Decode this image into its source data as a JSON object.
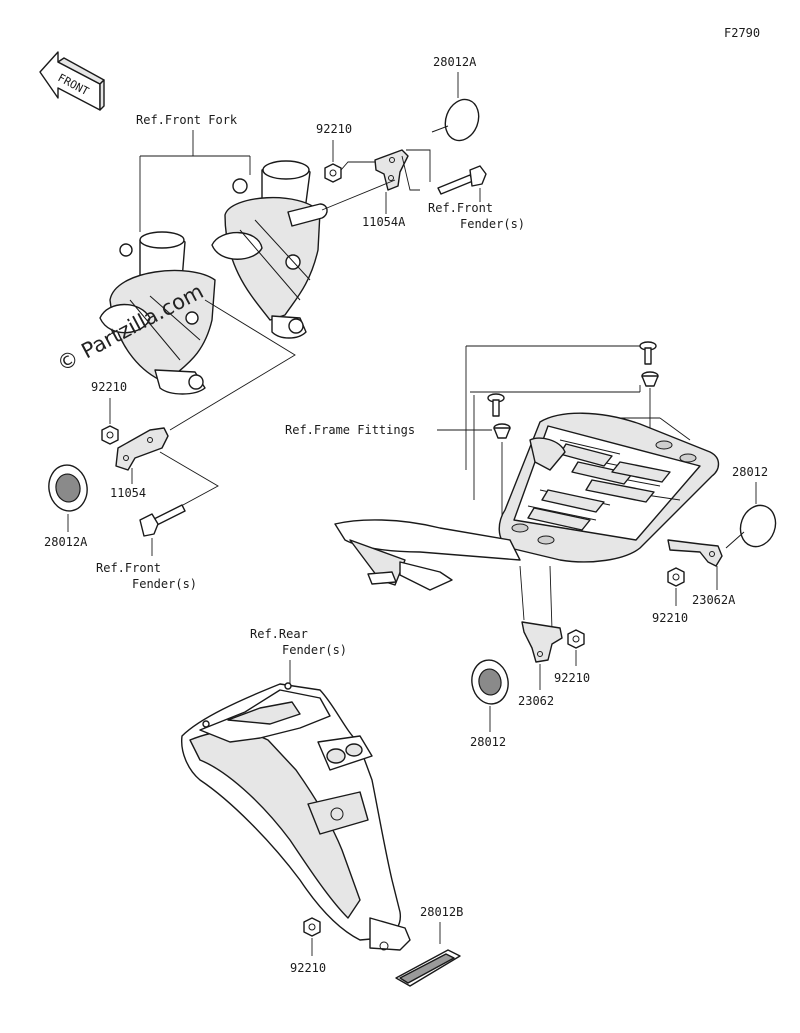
{
  "figure_code": "F2790",
  "front_label": "FRONT",
  "watermark": "© Partzilla.com",
  "refs": {
    "front_fork": "Ref.Front Fork",
    "front_fender_1_a": "Ref.Front",
    "front_fender_1_b": "Fender(s)",
    "front_fender_2_a": "Ref.Front",
    "front_fender_2_b": "Fender(s)",
    "frame_fittings": "Ref.Frame Fittings",
    "rear_fender_a": "Ref.Rear",
    "rear_fender_b": "Fender(s)"
  },
  "parts": {
    "p28012A_top": "28012A",
    "p92210_top": "92210",
    "p11054A": "11054A",
    "p92210_left": "92210",
    "p11054": "11054",
    "p28012A_left": "28012A",
    "p28012_right": "28012",
    "p23062A": "23062A",
    "p92210_right": "92210",
    "p92210_mid": "92210",
    "p23062": "23062",
    "p28012_mid": "28012",
    "p28012B": "28012B",
    "p92210_bottom": "92210"
  },
  "colors": {
    "ink": "#1a1a1a",
    "paper": "#ffffff",
    "shade": "#e6e6e6"
  }
}
